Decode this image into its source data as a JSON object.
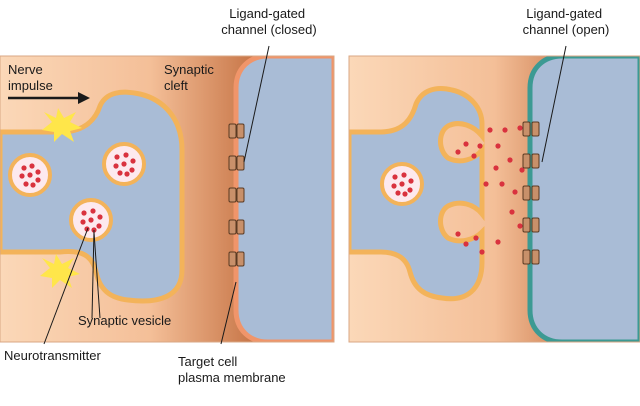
{
  "labels": {
    "nerve_impulse": [
      "Nerve",
      "impulse"
    ],
    "ligand_closed": [
      "Ligand-gated",
      "channel (closed)"
    ],
    "ligand_open": [
      "Ligand-gated",
      "channel (open)"
    ],
    "synaptic_cleft": [
      "Synaptic",
      "cleft"
    ],
    "synaptic_vesicle": "Synaptic vesicle",
    "neurotransmitter": "Neurotransmitter",
    "target_cell": [
      "Target cell",
      "plasma membrane"
    ]
  },
  "colors": {
    "cleft_light": "#f7c9a6",
    "cleft_dark": "#8a3f12",
    "cytoplasm": "#a9bcd6",
    "membrane_presynaptic": "#f3b35a",
    "membrane_postsynaptic_closed": "#f0956a",
    "membrane_postsynaptic_open": "#3c9a93",
    "channel": "#c8906a",
    "neurotransmitter": "#d9323e",
    "flash": "#ffe64a"
  }
}
